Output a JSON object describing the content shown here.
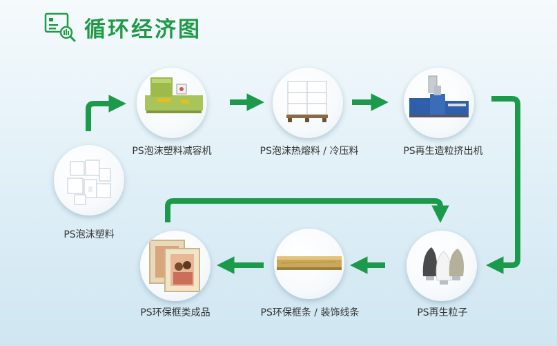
{
  "title": "循环经济图",
  "colors": {
    "accent": "#1f9a47",
    "arrow": "#1c9a4c"
  },
  "nodes": [
    {
      "id": "foam",
      "label": "PS泡沫塑料"
    },
    {
      "id": "compactor",
      "label": "PS泡沫塑料减容机"
    },
    {
      "id": "hotmelt",
      "label": "PS泡沫热熔料 / 冷压料"
    },
    {
      "id": "extruder",
      "label": "PS再生造粒挤出机"
    },
    {
      "id": "pellets",
      "label": "PS再生粒子"
    },
    {
      "id": "strip",
      "label": "PS环保框条 / 装饰线条"
    },
    {
      "id": "frame",
      "label": "PS环保框类成品"
    }
  ]
}
